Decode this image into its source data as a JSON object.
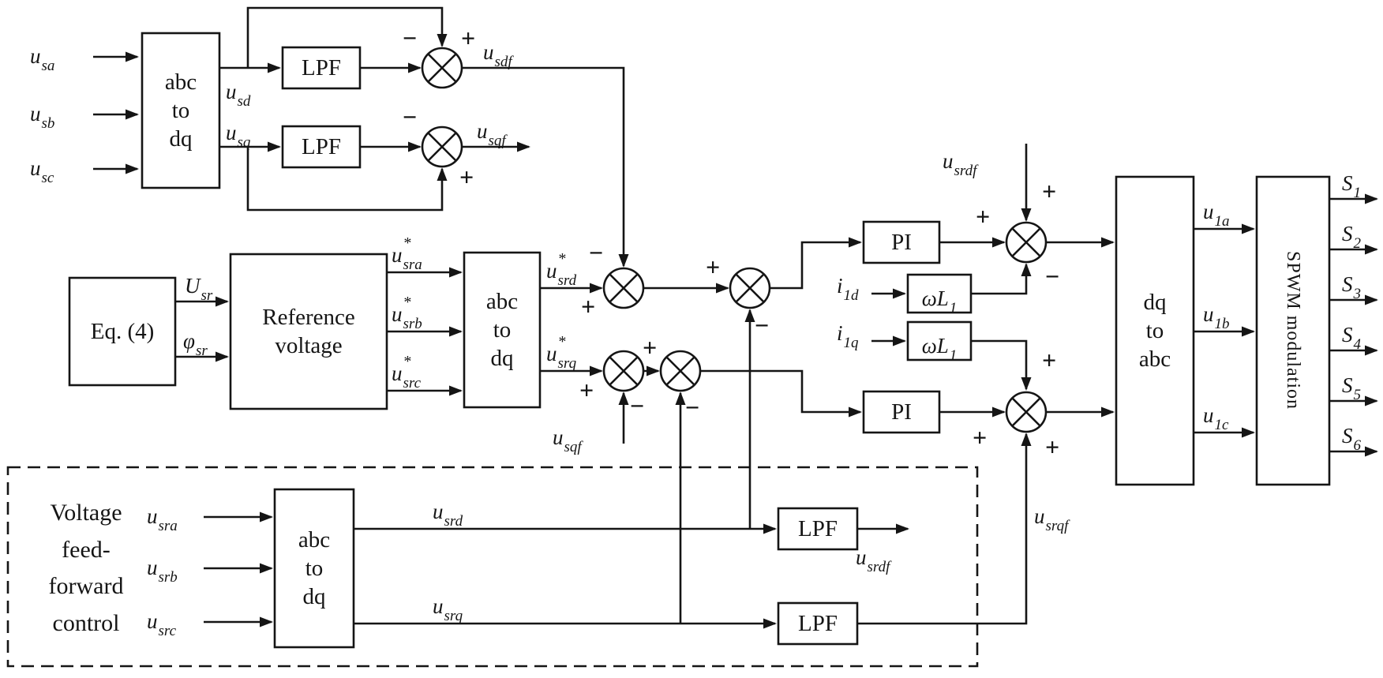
{
  "title": "Voltage feed-forward control block diagram",
  "caption": "Voltage\nfeed-\nforward\ncontrol",
  "signs": {
    "plus": "+",
    "minus": "−"
  },
  "blocks": {
    "abc_to_dq": "abc\nto\ndq",
    "lpf": "LPF",
    "eq4": "Eq. (4)",
    "reference_voltage": "Reference\nvoltage",
    "pi": "PI",
    "dq_to_abc": "dq\nto\nabc",
    "spwm": "SPWM modulation"
  },
  "signals": {
    "u_sa": {
      "b": "u",
      "p": "",
      "s": "sa"
    },
    "u_sb": {
      "b": "u",
      "p": "",
      "s": "sb"
    },
    "u_sc": {
      "b": "u",
      "p": "",
      "s": "sc"
    },
    "u_sd": {
      "b": "u",
      "p": "",
      "s": "sd"
    },
    "u_sq": {
      "b": "u",
      "p": "",
      "s": "sq"
    },
    "u_sdf": {
      "b": "u",
      "p": "",
      "s": "sdf"
    },
    "u_sqf": {
      "b": "u",
      "p": "",
      "s": "sqf"
    },
    "U_sr": {
      "b": "U",
      "p": "",
      "s": "sr"
    },
    "phi_sr": {
      "b": "φ",
      "p": "",
      "s": "sr"
    },
    "u_sra_ref": {
      "b": "u",
      "p": "*",
      "s": "sra"
    },
    "u_srb_ref": {
      "b": "u",
      "p": "*",
      "s": "srb"
    },
    "u_src_ref": {
      "b": "u",
      "p": "*",
      "s": "src"
    },
    "u_srd_ref": {
      "b": "u",
      "p": "*",
      "s": "srd"
    },
    "u_srq_ref": {
      "b": "u",
      "p": "*",
      "s": "srq"
    },
    "i_1d": {
      "b": "i",
      "p": "",
      "s": "1d"
    },
    "i_1q": {
      "b": "i",
      "p": "",
      "s": "1q"
    },
    "omega_l1": {
      "b": "ωL",
      "p": "",
      "s": "1"
    },
    "u_srdf": {
      "b": "u",
      "p": "",
      "s": "srdf"
    },
    "u_srqf": {
      "b": "u",
      "p": "",
      "s": "srqf"
    },
    "u_1a": {
      "b": "u",
      "p": "",
      "s": "1a"
    },
    "u_1b": {
      "b": "u",
      "p": "",
      "s": "1b"
    },
    "u_1c": {
      "b": "u",
      "p": "",
      "s": "1c"
    },
    "S1": {
      "b": "S",
      "p": "",
      "s": "1"
    },
    "S2": {
      "b": "S",
      "p": "",
      "s": "2"
    },
    "S3": {
      "b": "S",
      "p": "",
      "s": "3"
    },
    "S4": {
      "b": "S",
      "p": "",
      "s": "4"
    },
    "S5": {
      "b": "S",
      "p": "",
      "s": "5"
    },
    "S6": {
      "b": "S",
      "p": "",
      "s": "6"
    },
    "u_sra": {
      "b": "u",
      "p": "",
      "s": "sra"
    },
    "u_srb": {
      "b": "u",
      "p": "",
      "s": "srb"
    },
    "u_src": {
      "b": "u",
      "p": "",
      "s": "src"
    },
    "u_srd": {
      "b": "u",
      "p": "",
      "s": "srd"
    },
    "u_srq": {
      "b": "u",
      "p": "",
      "s": "srq"
    }
  }
}
